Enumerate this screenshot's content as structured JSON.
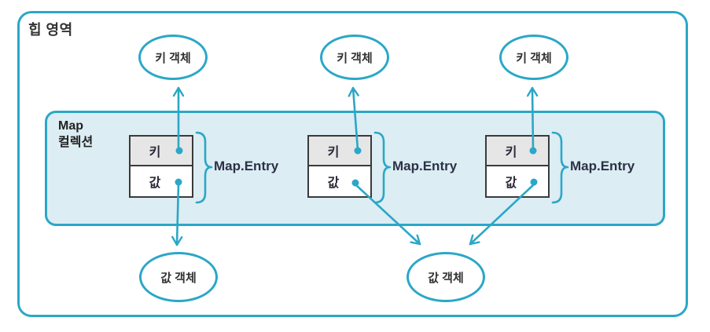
{
  "heap_label": "힙 영역",
  "map_collection": {
    "label_line1": "Map",
    "label_line2": "컬렉션"
  },
  "top_ellipses": [
    {
      "label": "키 객체"
    },
    {
      "label": "키 객체"
    },
    {
      "label": "키 객체"
    }
  ],
  "bottom_ellipses": [
    {
      "label": "값 객체"
    },
    {
      "label": "값 객체"
    }
  ],
  "entries": [
    {
      "key_label": "키",
      "value_label": "값",
      "entry_label": "Map.Entry"
    },
    {
      "key_label": "키",
      "value_label": "값",
      "entry_label": "Map.Entry"
    },
    {
      "key_label": "키",
      "value_label": "값",
      "entry_label": "Map.Entry"
    }
  ],
  "colors": {
    "accent": "#2BA7C7",
    "map_fill": "#DCEDF3",
    "key_cell_fill": "#E6E6E6",
    "entry_border": "#3A3A3A",
    "text": "#333333",
    "entry_label_text": "#2B3147"
  }
}
